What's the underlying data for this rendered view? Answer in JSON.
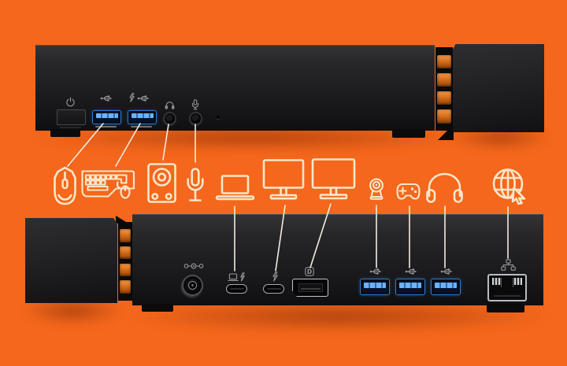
{
  "meta": {
    "description": "Docking station connectivity diagram: front panel (top) and back panel (bottom) with peripheral icons linked to ports"
  },
  "colors": {
    "background": "#F4671C",
    "icon_stroke": "#F9E7C9",
    "leader_line": "#F2EBE0",
    "device_black": "#1C1C1F",
    "usb_blue": "#3D8BE8",
    "vent_copper": "#E07A24",
    "port_glyph_gray": "#96989C"
  },
  "front_panel": {
    "ports": [
      {
        "id": "power-button",
        "type": "power"
      },
      {
        "id": "usb-a-front-1",
        "type": "usb-3.0"
      },
      {
        "id": "usb-a-front-2",
        "type": "usb-3.0-charging"
      },
      {
        "id": "headphone-jack",
        "type": "audio-out"
      },
      {
        "id": "mic-jack",
        "type": "audio-in"
      },
      {
        "id": "reset-pinhole",
        "type": "reset"
      }
    ]
  },
  "back_panel": {
    "displayport_glyph": "D",
    "ports": [
      {
        "id": "dc-power-in",
        "type": "dc-in"
      },
      {
        "id": "usb-c-thunderbolt-host",
        "type": "usb-c-thunderbolt"
      },
      {
        "id": "usb-c-thunderbolt",
        "type": "usb-c-thunderbolt"
      },
      {
        "id": "displayport",
        "type": "displayport"
      },
      {
        "id": "usb-a-back-1",
        "type": "usb-3.0"
      },
      {
        "id": "usb-a-back-2",
        "type": "usb-3.0"
      },
      {
        "id": "usb-a-back-3",
        "type": "usb-3.0"
      },
      {
        "id": "ethernet-rj45",
        "type": "gigabit-ethernet"
      }
    ]
  },
  "peripherals": {
    "items": [
      {
        "icon": "gaming-mouse-icon",
        "connects_to": "usb-a-front-1"
      },
      {
        "icon": "keyboard-and-mouse-icon",
        "connects_to": "usb-a-front-2"
      },
      {
        "icon": "speaker-icon",
        "connects_to": "headphone-jack"
      },
      {
        "icon": "microphone-icon",
        "connects_to": "mic-jack"
      },
      {
        "icon": "laptop-icon",
        "connects_to": "usb-c-thunderbolt-host"
      },
      {
        "icon": "monitor-small-icon",
        "connects_to": "usb-c-thunderbolt"
      },
      {
        "icon": "monitor-large-icon",
        "connects_to": "displayport"
      },
      {
        "icon": "webcam-icon",
        "connects_to": "usb-a-back-1"
      },
      {
        "icon": "gamepad-icon",
        "connects_to": "usb-a-back-2"
      },
      {
        "icon": "headphones-icon",
        "connects_to": "usb-a-back-3"
      },
      {
        "icon": "internet-globe-icon",
        "connects_to": "ethernet-rj45"
      }
    ]
  }
}
